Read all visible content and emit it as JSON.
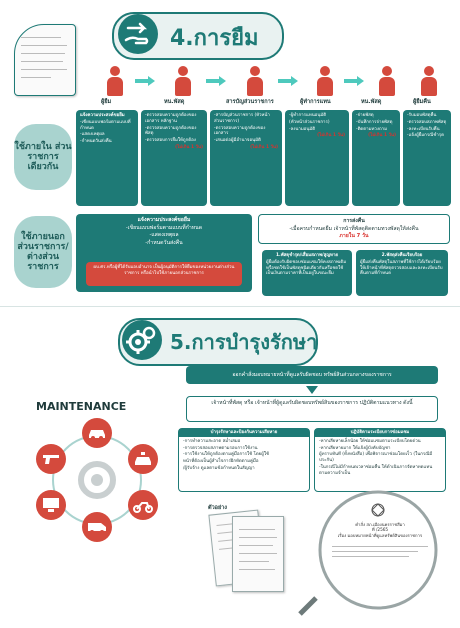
{
  "borrow": {
    "title": "4.การยืม",
    "roles": [
      "ผู้ยืม",
      "หน.พัสดุ",
      "สารบัญส่วนราชการ",
      "ผู้ทำการแทน",
      "หน.พัสดุ",
      "ผู้ยืมคืน"
    ],
    "internal_label": "ใช้ภายใน ส่วนราชการเดียวกัน",
    "external_label": "ใช้ภายนอก ส่วนราชการ/ต่างส่วนราชการ",
    "internal_steps": [
      {
        "lines": [
          "แจ้งความประสงค์ขอยืม",
          "-เขียนแบบฟอร์มตามแบบที่กำหนด",
          "-แสดงเหตุผล",
          "-กำหนดวันส่งคืน"
        ],
        "deadline": ""
      },
      {
        "lines": [
          "-ตรวจสอบความถูกต้องของเอกสาร หลักฐาน",
          "-ตรวจสอบความถูกต้องของพัสดุ",
          "-ตรวจสอบการยืมให้ถูกต้อง"
        ],
        "deadline": "(ไม่เกิน 1 วัน)"
      },
      {
        "lines": [
          "-สารบัญส่วนราชการ (หัวหน้าส่วนราชการ)",
          "-ตรวจสอบความถูกต้องของเอกสาร",
          "-เสนอต่อผู้มีอำนาจอนุมัติ"
        ],
        "deadline": "(ไม่เกิน 1 วัน)"
      },
      {
        "lines": [
          "-ผู้ทำการแทนอนุมัติ",
          "(หัวหน้าส่วนราชการ)",
          "-ลงนามอนุมัติ"
        ],
        "deadline": "(ไม่เกิน 1 วัน)"
      },
      {
        "lines": [
          "-จ่ายพัสดุ",
          "-บันทึกการจ่ายพัสดุ",
          "-ติดตามทวงถาม"
        ],
        "deadline": "(ไม่เกิน 1 วัน)"
      },
      {
        "lines": [
          "-รับมอบพัสดุคืน",
          "-ตรวจสอบสภาพพัสดุ",
          "-ลงทะเบียนรับคืน",
          "-แจ้งผู้ยืมกรณีชำรุด"
        ],
        "deadline": ""
      }
    ],
    "external_request": {
      "lines": [
        "แจ้งความประสงค์ขอยืม",
        "-เขียนแบบฟอร์มตามแบบที่กำหนด",
        "-แสดงเหตุผล",
        "-กำหนดวันส่งคืน"
      ],
      "note": "ผบ.ศร.หรือผู้ที่ได้รับมอบอำนาจ เป็นผู้อนุมัติการให้ยืมของหน่วยงานต่างส่วนราชการ หรือนำไปใช้ภายนอกส่วนราชการ"
    },
    "return": {
      "heading": "การส่งคืน",
      "line": "-เมื่อครบกำหนดยืม เจ้าหน้าที่พัสดุติดตามทวงพัสดุให้ส่งคืน",
      "deadline": "ภายใน 7 วัน",
      "options": [
        {
          "title": "1.พัสดุชำรุด/เสื่อมสภาพ/สูญหาย",
          "text": "ผู้ยืมต้องรับผิดชอบซ่อมแซมให้คงสภาพเดิม หรือชดใช้เป็นพัสดุชนิดเดียวกันหรือชดใช้เป็นเงินตามราคาที่เป็นอยู่ในขณะยืม"
        },
        {
          "title": "2.พัสดุส่งคืนเรียบร้อย",
          "text": "ผู้ยืมส่งคืนพัสดุในสภาพที่ใช้การได้เรียบร้อย ให้เจ้าหน้าที่พัสดุตรวจสอบและลงทะเบียนรับคืนตามที่กำหนด"
        }
      ]
    }
  },
  "maintenance": {
    "title": "5.การบำรุงรักษา",
    "label": "MAINTENANCE",
    "top_box": "ออกคำสั่งมอบหมายหน้าที่ดูแลรับผิดชอบ ทรัพย์สินส่วนกลางของราชการ",
    "mid_box": "เจ้าหน้าที่พัสดุ หรือ เจ้าหน้าที่ผู้ดูแลรับผิดชอบทรัพย์สินของราชการ ปฏิบัติตามแนวทาง ดังนี้",
    "left_panel": {
      "title": "บำรุงรักษาและป้องกันความเสียหาย",
      "lines": [
        "-การทำความสะอาด สม่ำเสมอ",
        "-การตรวจสอบสภาพตามรอบการใช้งาน",
        "-การใช้งานให้ถูกต้องตามคู่มือการใช้ โดยผู้ใช้",
        "หน้าที่ต้องเป็นผู้สำเร็จการฝึกหัดตามคู่มือ",
        "/ผู้รับจ้าง ดูแลตามข้อกำหนดในสัญญา"
      ],
      "highlight": "สม่ำเสมอ"
    },
    "right_panel": {
      "title": "ปฏิบัติตามระเบียบการซ่อมแซม",
      "lines": [
        "-หากเสียหายเล็กน้อย ให้ซ่อมแซมตามระเบียบโดยด่วน",
        "-หากเสียหายมาก ให้แจ้งผู้บังคับบัญชา",
        "ผู้ทราบทันที (ทั้งหนังสือ) เพื่อพิจารณาซ่อมโดยเร็ว (ในกรณีมีประกัน)",
        "-ในกรณีไม่มีกำหนดเวลาซ่อมคืน ให้ดำเนินการจัดหาทดแทน ตามความจำเป็น"
      ]
    },
    "example_label": "ตัวอย่าง",
    "order_doc": {
      "line1": "คำสั่ง สภ.เมืองนครราชสีมา",
      "line2": "ที่    /2565",
      "line3": "เรื่อง มอบหมายหน้าที่ดูแลทรัพย์สินของราชการ"
    }
  },
  "colors": {
    "teal": "#1e7a76",
    "teal_light": "#a9d3cf",
    "red": "#d44a3d"
  }
}
